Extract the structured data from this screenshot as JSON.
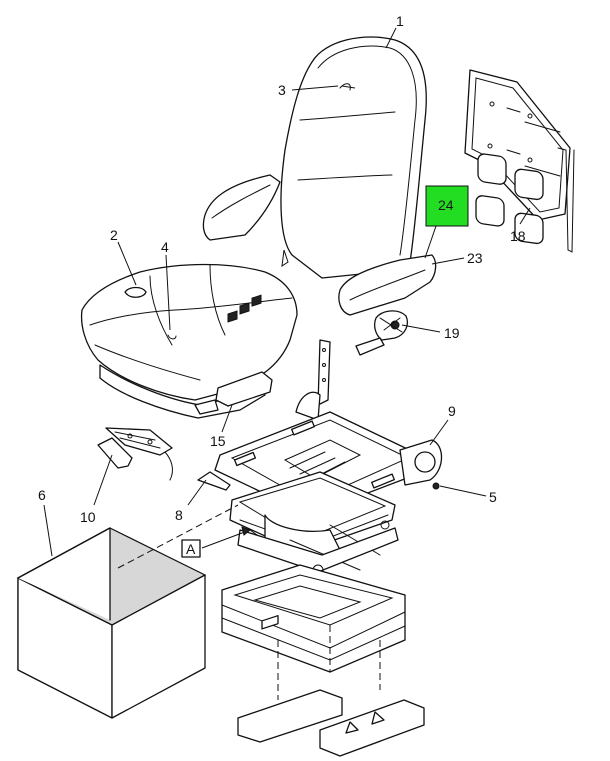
{
  "callouts": {
    "c1": "1",
    "c2": "2",
    "c3": "3",
    "c4": "4",
    "c5": "5",
    "c6": "6",
    "c8": "8",
    "c9": "9",
    "c10": "10",
    "c15": "15",
    "c18": "18",
    "c19": "19",
    "c23": "23",
    "c24": "24"
  },
  "view_marker": "A",
  "highlight_color": "#22dd22"
}
